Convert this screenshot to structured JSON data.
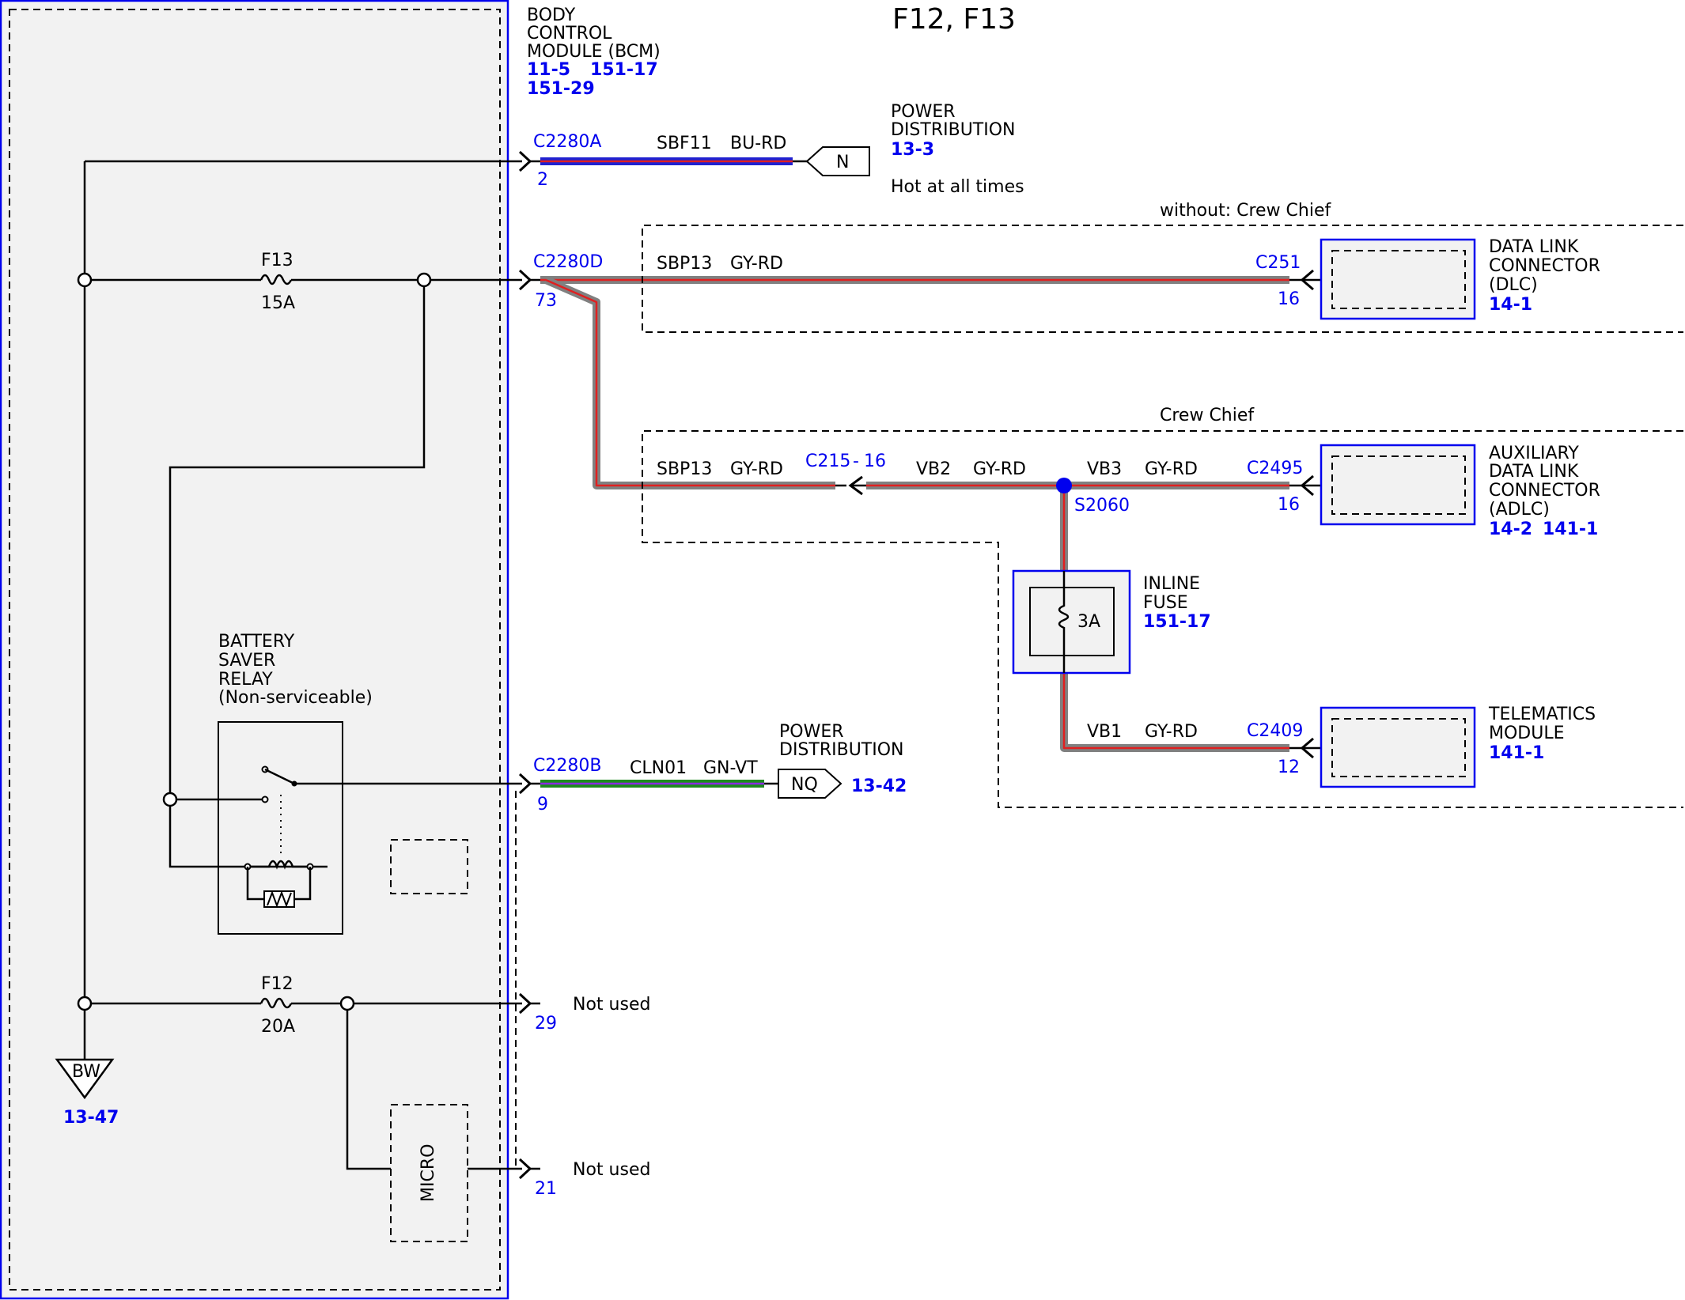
{
  "title": "F12, F13",
  "bcm": {
    "name_lines": [
      "BODY",
      "CONTROL",
      "MODULE (BCM)"
    ],
    "refs_line1": [
      "11-5",
      "151-17"
    ],
    "refs_line2": "151-29"
  },
  "fuses": {
    "f13": {
      "name": "F13",
      "rating": "15A"
    },
    "f12": {
      "name": "F12",
      "rating": "20A"
    }
  },
  "battery_saver_relay": {
    "lines": [
      "BATTERY",
      "SAVER",
      "RELAY",
      "(Non-serviceable)"
    ]
  },
  "micro": {
    "label": "MICRO"
  },
  "ground": {
    "label": "BW",
    "ref": "13-47"
  },
  "circuits": {
    "a": {
      "connector": "C2280A",
      "pin": "2",
      "circuit": "SBF11",
      "color": "BU-RD"
    },
    "d": {
      "connector": "C2280D",
      "pin": "73",
      "circuit": "SBP13",
      "color": "GY-RD"
    },
    "d_branch": {
      "circuit": "SBP13",
      "color": "GY-RD"
    },
    "b": {
      "connector": "C2280B",
      "pin": "9",
      "circuit": "CLN01",
      "color": "GN-VT"
    },
    "pin29": {
      "pin": "29",
      "note": "Not used"
    },
    "pin21": {
      "pin": "21",
      "note": "Not used"
    },
    "vb2": {
      "circuit": "VB2",
      "color": "GY-RD"
    },
    "vb3": {
      "circuit": "VB3",
      "color": "GY-RD"
    },
    "vb1": {
      "circuit": "VB1",
      "color": "GY-RD"
    }
  },
  "power_distribution_top": {
    "lines": [
      "POWER",
      "DISTRIBUTION"
    ],
    "ref": "13-3",
    "tag": "N",
    "note": "Hot at all times"
  },
  "power_distribution_mid": {
    "lines": [
      "POWER",
      "DISTRIBUTION"
    ],
    "ref": "13-42",
    "tag": "NQ"
  },
  "inline_connector": {
    "name": "C215",
    "separator": "-",
    "pin": "16"
  },
  "splice": {
    "name": "S2060"
  },
  "inline_fuse": {
    "lines": [
      "INLINE",
      "FUSE"
    ],
    "ref": "151-17",
    "rating": "3A"
  },
  "options": {
    "without": "without: Crew Chief",
    "with": "Crew Chief"
  },
  "dlc": {
    "lines": [
      "DATA LINK",
      "CONNECTOR",
      "(DLC)"
    ],
    "refs": [
      "14-1"
    ],
    "connector": "C251",
    "pin": "16"
  },
  "adlc": {
    "lines": [
      "AUXILIARY",
      "DATA LINK",
      "CONNECTOR",
      "(ADLC)"
    ],
    "refs": [
      "14-2",
      "141-1"
    ],
    "connector": "C2495",
    "pin": "16"
  },
  "telematics": {
    "lines": [
      "TELEMATICS",
      "MODULE"
    ],
    "refs": [
      "141-1"
    ],
    "connector": "C2409",
    "pin": "12"
  },
  "colors": {
    "bcm_outline": "#0000ee",
    "module_fill": "#f2f2f2",
    "wire_gray_red": "#808080",
    "wire_red": "#e02020",
    "wire_blue": "#2020d0",
    "wire_green": "#1e8a1e",
    "wire_violet": "#8a2be2",
    "splice_dot": "#0000ee"
  }
}
